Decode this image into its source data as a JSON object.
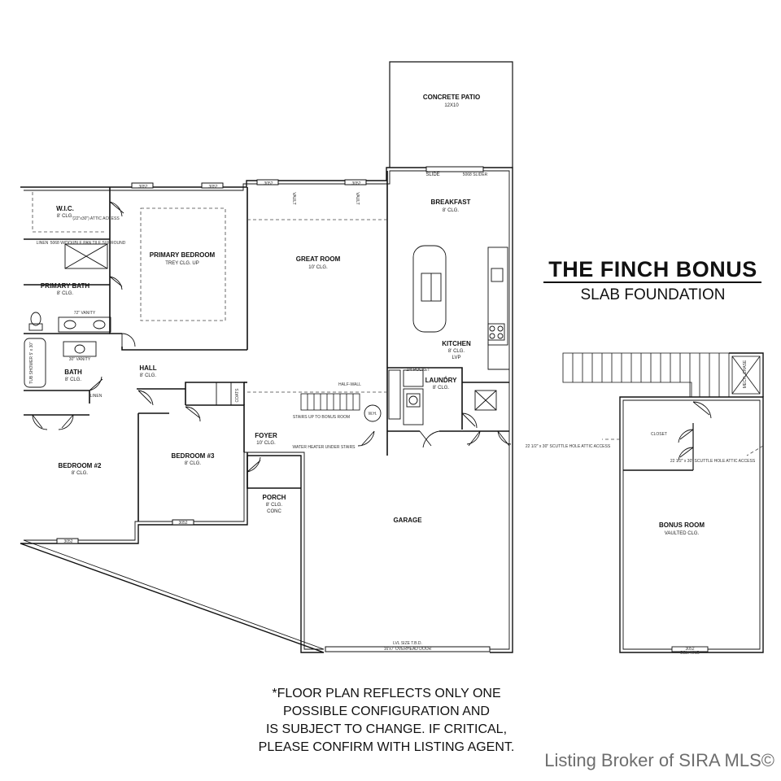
{
  "title": "THE FINCH BONUS",
  "subtitle": "SLAB FOUNDATION",
  "disclaimer": [
    "*FLOOR PLAN REFLECTS ONLY ONE",
    "POSSIBLE CONFIGURATION AND",
    "IS SUBJECT TO CHANGE. IF CRITICAL,",
    "PLEASE CONFIRM WITH LISTING AGENT."
  ],
  "watermark": "Listing Broker of SIRA MLS©",
  "rooms": {
    "patio": {
      "name": "CONCRETE PATIO",
      "sub": "12X10"
    },
    "breakfast": {
      "name": "BREAKFAST",
      "sub": "8' CLG."
    },
    "great_room": {
      "name": "GREAT ROOM",
      "sub": "10' CLG."
    },
    "primary_bedroom": {
      "name": "PRIMARY BEDROOM",
      "sub": "TREY CLG. UP"
    },
    "wic": {
      "name": "W.I.C.",
      "sub": "8' CLG."
    },
    "primary_bath": {
      "name": "PRIMARY BATH",
      "sub": "8' CLG."
    },
    "bath": {
      "name": "BATH",
      "sub": "8' CLG."
    },
    "hall": {
      "name": "HALL",
      "sub": "8' CLG."
    },
    "bedroom2": {
      "name": "BEDROOM #2",
      "sub": "8' CLG."
    },
    "bedroom3": {
      "name": "BEDROOM #3",
      "sub": "8' CLG."
    },
    "foyer": {
      "name": "FOYER",
      "sub": "10' CLG."
    },
    "porch": {
      "name": "PORCH",
      "sub": "8' CLG.",
      "sub2": "CONC"
    },
    "kitchen": {
      "name": "KITCHEN",
      "sub": "8' CLG.",
      "sub2": "LVP"
    },
    "laundry": {
      "name": "LAUNDRY",
      "sub": "8' CLG."
    },
    "garage": {
      "name": "GARAGE",
      "sub": "LVL SIZE T.B.D.",
      "sub2": "16'x7' OVERHEAD DOOR"
    },
    "bonus_room": {
      "name": "BONUS ROOM",
      "sub": "VAULTED CLG."
    },
    "closet": {
      "name": "CLOSET"
    },
    "mech_chase": {
      "name": "MECH. CHASE"
    }
  },
  "notes": {
    "slide": "SLIDE",
    "slider": "5068 SLIDER",
    "vault_left": "VAULT",
    "vault_right": "VAULT",
    "half_wall": "HALF-WALL",
    "stairs": "STAIRS UP TO BONUS ROOM",
    "water_heater": "WATER HEATER UNDER STAIRS",
    "wh": "W.H.",
    "pocket": "2/4 POCKET",
    "linen_top": "LINEN",
    "linen_hall": "LINEN",
    "coats": "COATS",
    "attic_access": "(22\"x30\") ATTIC ACCESS",
    "shower": "5068 W/DOUBLE PAN TILE SURROUND",
    "vanity_72": "72\" VANITY",
    "vanity_30": "30\" VANITY",
    "tub": "TUB SHOWER 5' x 30\"",
    "scuttle_left": "22 1/2\" x 30\" SCUTTLE HOLE ATTIC ACCESS",
    "scuttle_right": "22 1/2\" x 30\" SCUTTLE HOLE ATTIC ACCESS",
    "dbl_hung": "DBL. HNG",
    "window_3052": "3052"
  }
}
